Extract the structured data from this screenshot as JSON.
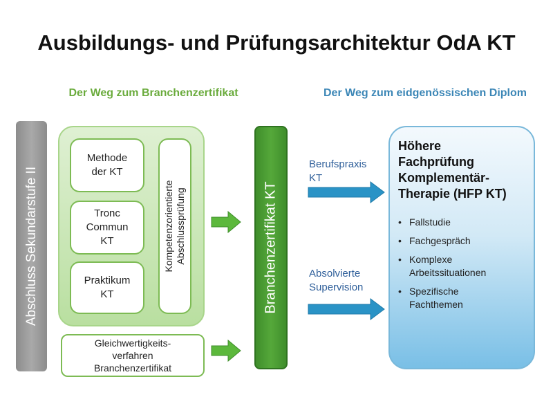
{
  "title": "Ausbildungs- und Prüfungsarchitektur OdA KT",
  "left_heading": "Der Weg zum Branchenzertifikat",
  "right_heading": "Der Weg zum eidgenössischen Diplom",
  "grey_bar_label": "Abschluss Sekundarstufe II",
  "modules": {
    "methode_line1": "Methode",
    "methode_line2": "der KT",
    "tronc_line1": "Tronc",
    "tronc_line2": "Commun",
    "tronc_line3": "KT",
    "praktikum_line1": "Praktikum",
    "praktikum_line2": "KT",
    "kompetenz_line1": "Kompetenzorientierte",
    "kompetenz_line2": "Abschlussprüfung"
  },
  "gleichwertigkeit": {
    "line1": "Gleichwertigkeits-",
    "line2": "verfahren",
    "line3": "Branchenzertifikat"
  },
  "branchenzertifikat_label": "Branchenzertifikat KT",
  "paths": {
    "berufspraxis_line1": "Berufspraxis",
    "berufspraxis_line2": "KT",
    "absolvierte_line1": "Absolvierte",
    "absolvierte_line2": "Supervision"
  },
  "hfp": {
    "line1": "Höhere",
    "line2": "Fachprüfung",
    "line3": "Komplementär-",
    "line4": "Therapie  (HFP KT)",
    "items": [
      {
        "line1": "Fallstudie",
        "line2": ""
      },
      {
        "line1": "Fachgespräch",
        "line2": ""
      },
      {
        "line1": "Komplexe",
        "line2": "Arbeitssituationen"
      },
      {
        "line1": "Spezifische",
        "line2": "Fachthemen"
      }
    ],
    "bullet": "•"
  },
  "colors": {
    "green_heading": "#6aab3c",
    "blue_heading": "#3b86b6",
    "green_arrow": "#5cb83c",
    "blue_arrow": "#2a93c6"
  }
}
